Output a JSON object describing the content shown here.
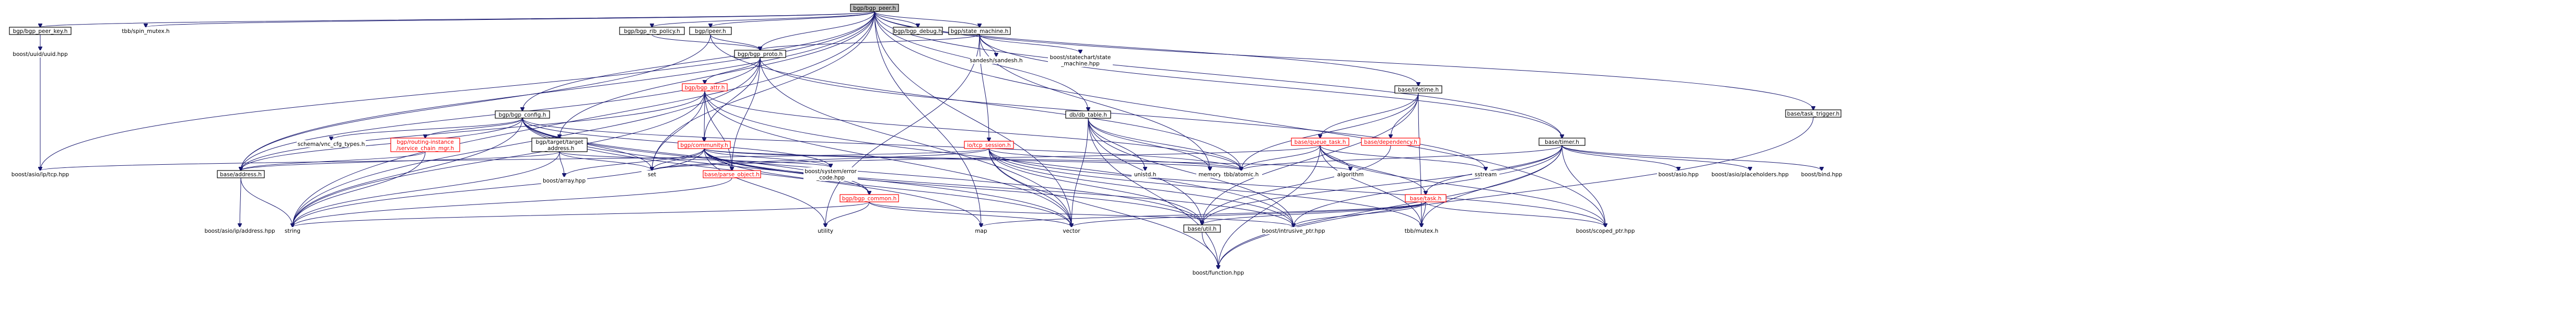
{
  "diagram": {
    "title": "",
    "root": "bgp/bgp_peer.h",
    "nodes": [
      {
        "id": "root",
        "label": "bgp/bgp_peer.h",
        "style": "root"
      },
      {
        "id": "peer_key",
        "label": "bgp/bgp_peer_key.h",
        "style": "boxed"
      },
      {
        "id": "spin_mutex",
        "label": "tbb/spin_mutex.h",
        "style": "plain"
      },
      {
        "id": "rib_policy",
        "label": "bgp/bgp_rib_policy.h",
        "style": "boxed"
      },
      {
        "id": "ipeer",
        "label": "bgp/ipeer.h",
        "style": "boxed"
      },
      {
        "id": "bgp_debug",
        "label": "bgp/bgp_debug.h",
        "style": "boxed"
      },
      {
        "id": "state_machine",
        "label": "bgp/state_machine.h",
        "style": "boxed"
      },
      {
        "id": "lifetime",
        "label": "base/lifetime.h",
        "style": "boxed"
      },
      {
        "id": "task_trigger",
        "label": "base/task_trigger.h",
        "style": "boxed"
      },
      {
        "id": "uuid",
        "label": "boost/uuid/uuid.hpp",
        "style": "plain"
      },
      {
        "id": "bgp_proto",
        "label": "bgp/bgp_proto.h",
        "style": "boxed"
      },
      {
        "id": "sandesh",
        "label": "sandesh/sandesh.h",
        "style": "plain"
      },
      {
        "id": "statechart",
        "label": "boost/statechart/state\n_machine.hpp",
        "style": "plain"
      },
      {
        "id": "bgp_attr",
        "label": "bgp/bgp_attr.h",
        "style": "red"
      },
      {
        "id": "bgp_config",
        "label": "bgp/bgp_config.h",
        "style": "boxed"
      },
      {
        "id": "dbtable",
        "label": "db/db_table.h",
        "style": "boxed"
      },
      {
        "id": "xmpp_session",
        "label": "io/tcp_session.h",
        "style": "red"
      },
      {
        "id": "queue_task",
        "label": "base/queue_task.h",
        "style": "red"
      },
      {
        "id": "dependency",
        "label": "base/dependency.h",
        "style": "red"
      },
      {
        "id": "timer",
        "label": "base/timer.h",
        "style": "boxed"
      },
      {
        "id": "schema",
        "label": "schema/vnc_cfg_types.h",
        "style": "plain"
      },
      {
        "id": "routing_instance",
        "label": "bgp/routing-instance\n/service_chain_mgr.h",
        "style": "red"
      },
      {
        "id": "bgp_community",
        "label": "bgp/community.h",
        "style": "red"
      },
      {
        "id": "target_address",
        "label": "bgp/target/target\n_address.h",
        "style": "boxed"
      },
      {
        "id": "address",
        "label": "base/address.h",
        "style": "boxed"
      },
      {
        "id": "boost_array",
        "label": "boost/array.hpp",
        "style": "plain"
      },
      {
        "id": "set",
        "label": "set",
        "style": "plain"
      },
      {
        "id": "parse_object",
        "label": "base/parse_object.h",
        "style": "red"
      },
      {
        "id": "system_error",
        "label": "boost/system/error\n_code.hpp",
        "style": "plain"
      },
      {
        "id": "bgp_common",
        "label": "bgp/bgp_common.h",
        "style": "red"
      },
      {
        "id": "asio_ip_tcp",
        "label": "boost/asio/ip/tcp.hpp",
        "style": "plain"
      },
      {
        "id": "memory",
        "label": "memory",
        "style": "plain"
      },
      {
        "id": "unistd",
        "label": "unistd.h",
        "style": "plain"
      },
      {
        "id": "atomic",
        "label": "tbb/atomic.h",
        "style": "plain"
      },
      {
        "id": "algorithm",
        "label": "algorithm",
        "style": "plain"
      },
      {
        "id": "base_task",
        "label": "base/task.h",
        "style": "red"
      },
      {
        "id": "sstream",
        "label": "sstream",
        "style": "plain"
      },
      {
        "id": "asio_hpp",
        "label": "boost/asio.hpp",
        "style": "plain"
      },
      {
        "id": "placeholders",
        "label": "boost/asio/placeholders.hpp",
        "style": "plain"
      },
      {
        "id": "boost_bind",
        "label": "boost/bind.hpp",
        "style": "plain"
      },
      {
        "id": "ip_address",
        "label": "boost/asio/ip/address.hpp",
        "style": "plain"
      },
      {
        "id": "string",
        "label": "string",
        "style": "plain"
      },
      {
        "id": "utility",
        "label": "utility",
        "style": "plain"
      },
      {
        "id": "map",
        "label": "map",
        "style": "plain"
      },
      {
        "id": "vector",
        "label": "vector",
        "style": "plain"
      },
      {
        "id": "base_util",
        "label": "base/util.h",
        "style": "boxed"
      },
      {
        "id": "intrusive_ptr",
        "label": "boost/intrusive_ptr.hpp",
        "style": "plain"
      },
      {
        "id": "tbb_mutex",
        "label": "tbb/mutex.h",
        "style": "plain"
      },
      {
        "id": "scoped_ptr",
        "label": "boost/scoped_ptr.hpp",
        "style": "plain"
      },
      {
        "id": "boost_function",
        "label": "boost/function.hpp",
        "style": "plain"
      }
    ],
    "edges": [
      [
        "root",
        "peer_key"
      ],
      [
        "root",
        "spin_mutex"
      ],
      [
        "root",
        "rib_policy"
      ],
      [
        "root",
        "ipeer"
      ],
      [
        "root",
        "bgp_debug"
      ],
      [
        "root",
        "state_machine"
      ],
      [
        "root",
        "lifetime"
      ],
      [
        "root",
        "task_trigger"
      ],
      [
        "root",
        "timer"
      ],
      [
        "root",
        "bgp_proto"
      ],
      [
        "root",
        "bgp_config"
      ],
      [
        "root",
        "dbtable"
      ],
      [
        "root",
        "asio_ip_tcp"
      ],
      [
        "root",
        "address"
      ],
      [
        "root",
        "set"
      ],
      [
        "root",
        "string"
      ],
      [
        "root",
        "map"
      ],
      [
        "root",
        "vector"
      ],
      [
        "root",
        "scoped_ptr"
      ],
      [
        "root",
        "target_address"
      ],
      [
        "peer_key",
        "uuid"
      ],
      [
        "peer_key",
        "asio_ip_tcp"
      ],
      [
        "rib_policy",
        "bgp_proto"
      ],
      [
        "ipeer",
        "bgp_proto"
      ],
      [
        "ipeer",
        "address"
      ],
      [
        "ipeer",
        "atomic"
      ],
      [
        "state_machine",
        "bgp_proto"
      ],
      [
        "state_machine",
        "sandesh"
      ],
      [
        "state_machine",
        "statechart"
      ],
      [
        "state_machine",
        "xmpp_session"
      ],
      [
        "state_machine",
        "timer"
      ],
      [
        "state_machine",
        "memory"
      ],
      [
        "state_machine",
        "utility"
      ],
      [
        "bgp_proto",
        "bgp_attr"
      ],
      [
        "bgp_proto",
        "bgp_community"
      ],
      [
        "bgp_proto",
        "parse_object"
      ],
      [
        "bgp_proto",
        "string"
      ],
      [
        "bgp_proto",
        "vector"
      ],
      [
        "bgp_proto",
        "sstream"
      ],
      [
        "bgp_proto",
        "address"
      ],
      [
        "bgp_attr",
        "bgp_community"
      ],
      [
        "bgp_attr",
        "address"
      ],
      [
        "bgp_attr",
        "set"
      ],
      [
        "bgp_attr",
        "string"
      ],
      [
        "bgp_attr",
        "vector"
      ],
      [
        "bgp_attr",
        "intrusive_ptr"
      ],
      [
        "bgp_attr",
        "atomic"
      ],
      [
        "bgp_attr",
        "parse_object"
      ],
      [
        "bgp_config",
        "schema"
      ],
      [
        "bgp_config",
        "routing_instance"
      ],
      [
        "bgp_config",
        "address"
      ],
      [
        "bgp_config",
        "bgp_common"
      ],
      [
        "bgp_config",
        "set"
      ],
      [
        "bgp_config",
        "map"
      ],
      [
        "bgp_config",
        "string"
      ],
      [
        "bgp_config",
        "vector"
      ],
      [
        "bgp_config",
        "atomic"
      ],
      [
        "bgp_config",
        "base_util"
      ],
      [
        "bgp_config",
        "system_error"
      ],
      [
        "routing_instance",
        "address"
      ],
      [
        "routing_instance",
        "string"
      ],
      [
        "target_address",
        "address"
      ],
      [
        "target_address",
        "boost_array"
      ],
      [
        "target_address",
        "set"
      ],
      [
        "target_address",
        "system_error"
      ],
      [
        "target_address",
        "string"
      ],
      [
        "bgp_community",
        "set"
      ],
      [
        "bgp_community",
        "parse_object"
      ],
      [
        "bgp_community",
        "bgp_common"
      ],
      [
        "bgp_community",
        "system_error"
      ],
      [
        "bgp_community",
        "string"
      ],
      [
        "bgp_community",
        "vector"
      ],
      [
        "bgp_community",
        "intrusive_ptr"
      ],
      [
        "bgp_community",
        "base_util"
      ],
      [
        "bgp_community",
        "atomic"
      ],
      [
        "bgp_community",
        "boost_array"
      ],
      [
        "bgp_community",
        "algorithm"
      ],
      [
        "bgp_community",
        "utility"
      ],
      [
        "bgp_common",
        "string"
      ],
      [
        "bgp_common",
        "vector"
      ],
      [
        "bgp_common",
        "intrusive_ptr"
      ],
      [
        "bgp_common",
        "utility"
      ],
      [
        "parse_object",
        "string"
      ],
      [
        "dbtable",
        "memory"
      ],
      [
        "dbtable",
        "unistd"
      ],
      [
        "dbtable",
        "atomic"
      ],
      [
        "dbtable",
        "vector"
      ],
      [
        "dbtable",
        "base_util"
      ],
      [
        "dbtable",
        "intrusive_ptr"
      ],
      [
        "dbtable",
        "boost_function"
      ],
      [
        "xmpp_session",
        "set"
      ],
      [
        "xmpp_session",
        "asio_ip_tcp"
      ],
      [
        "xmpp_session",
        "atomic"
      ],
      [
        "xmpp_session",
        "tbb_mutex"
      ],
      [
        "xmpp_session",
        "base_util"
      ],
      [
        "xmpp_session",
        "vector"
      ],
      [
        "xmpp_session",
        "intrusive_ptr"
      ],
      [
        "xmpp_session",
        "boost_function"
      ],
      [
        "xmpp_session",
        "scoped_ptr"
      ],
      [
        "lifetime",
        "queue_task"
      ],
      [
        "lifetime",
        "dependency"
      ],
      [
        "lifetime",
        "atomic"
      ],
      [
        "lifetime",
        "base_util"
      ],
      [
        "lifetime",
        "tbb_mutex"
      ],
      [
        "queue_task",
        "atomic"
      ],
      [
        "queue_task",
        "algorithm"
      ],
      [
        "queue_task",
        "base_task"
      ],
      [
        "queue_task",
        "sstream"
      ],
      [
        "queue_task",
        "tbb_mutex"
      ],
      [
        "queue_task",
        "set"
      ],
      [
        "queue_task",
        "boost_function"
      ],
      [
        "queue_task",
        "scoped_ptr"
      ],
      [
        "dependency",
        "base_util"
      ],
      [
        "base_task",
        "map"
      ],
      [
        "base_task",
        "vector"
      ],
      [
        "base_task",
        "base_util"
      ],
      [
        "base_task",
        "tbb_mutex"
      ],
      [
        "base_task",
        "intrusive_ptr"
      ],
      [
        "base_task",
        "scoped_ptr"
      ],
      [
        "timer",
        "asio_hpp"
      ],
      [
        "timer",
        "placeholders"
      ],
      [
        "timer",
        "boost_bind"
      ],
      [
        "timer",
        "base_task"
      ],
      [
        "timer",
        "atomic"
      ],
      [
        "timer",
        "base_util"
      ],
      [
        "timer",
        "tbb_mutex"
      ],
      [
        "timer",
        "intrusive_ptr"
      ],
      [
        "timer",
        "scoped_ptr"
      ],
      [
        "timer",
        "boost_function"
      ],
      [
        "task_trigger",
        "boost_function"
      ],
      [
        "address",
        "ip_address"
      ],
      [
        "address",
        "string"
      ],
      [
        "base_util",
        "boost_function"
      ]
    ]
  }
}
